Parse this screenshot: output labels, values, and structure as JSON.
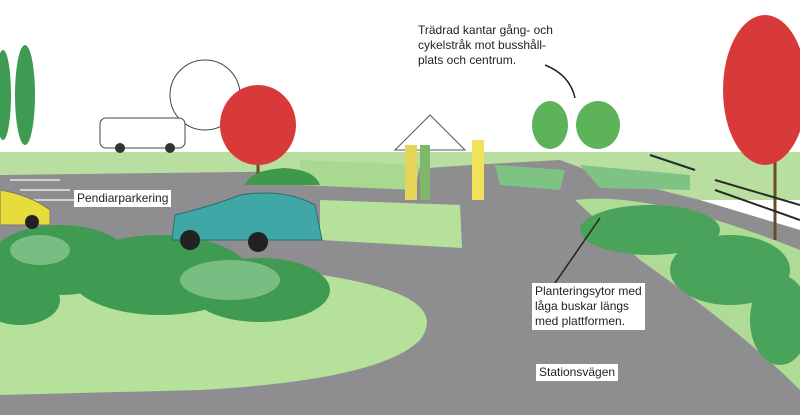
{
  "annotations": {
    "tree_row": "Trädrad kantar gång- och cykelstråk mot busshåll-plats och centrum.",
    "tree_row_lines": [
      "Trädrad kantar gång- och",
      "cykelstråk mot busshåll-",
      "plats och centrum."
    ],
    "parking": "Pendiarparkering",
    "planting_lines": [
      "Planteringsytor med",
      "låga buskar längs",
      "med plattformen."
    ],
    "road": "Stationsvägen"
  },
  "colors": {
    "road": "#8e8e90",
    "grass": "#b9dfa0",
    "bush": "#3f9a52",
    "red_tree": "#d83a3a",
    "car_teal": "#3fa7a5",
    "car_yellow": "#e6dc3a"
  }
}
